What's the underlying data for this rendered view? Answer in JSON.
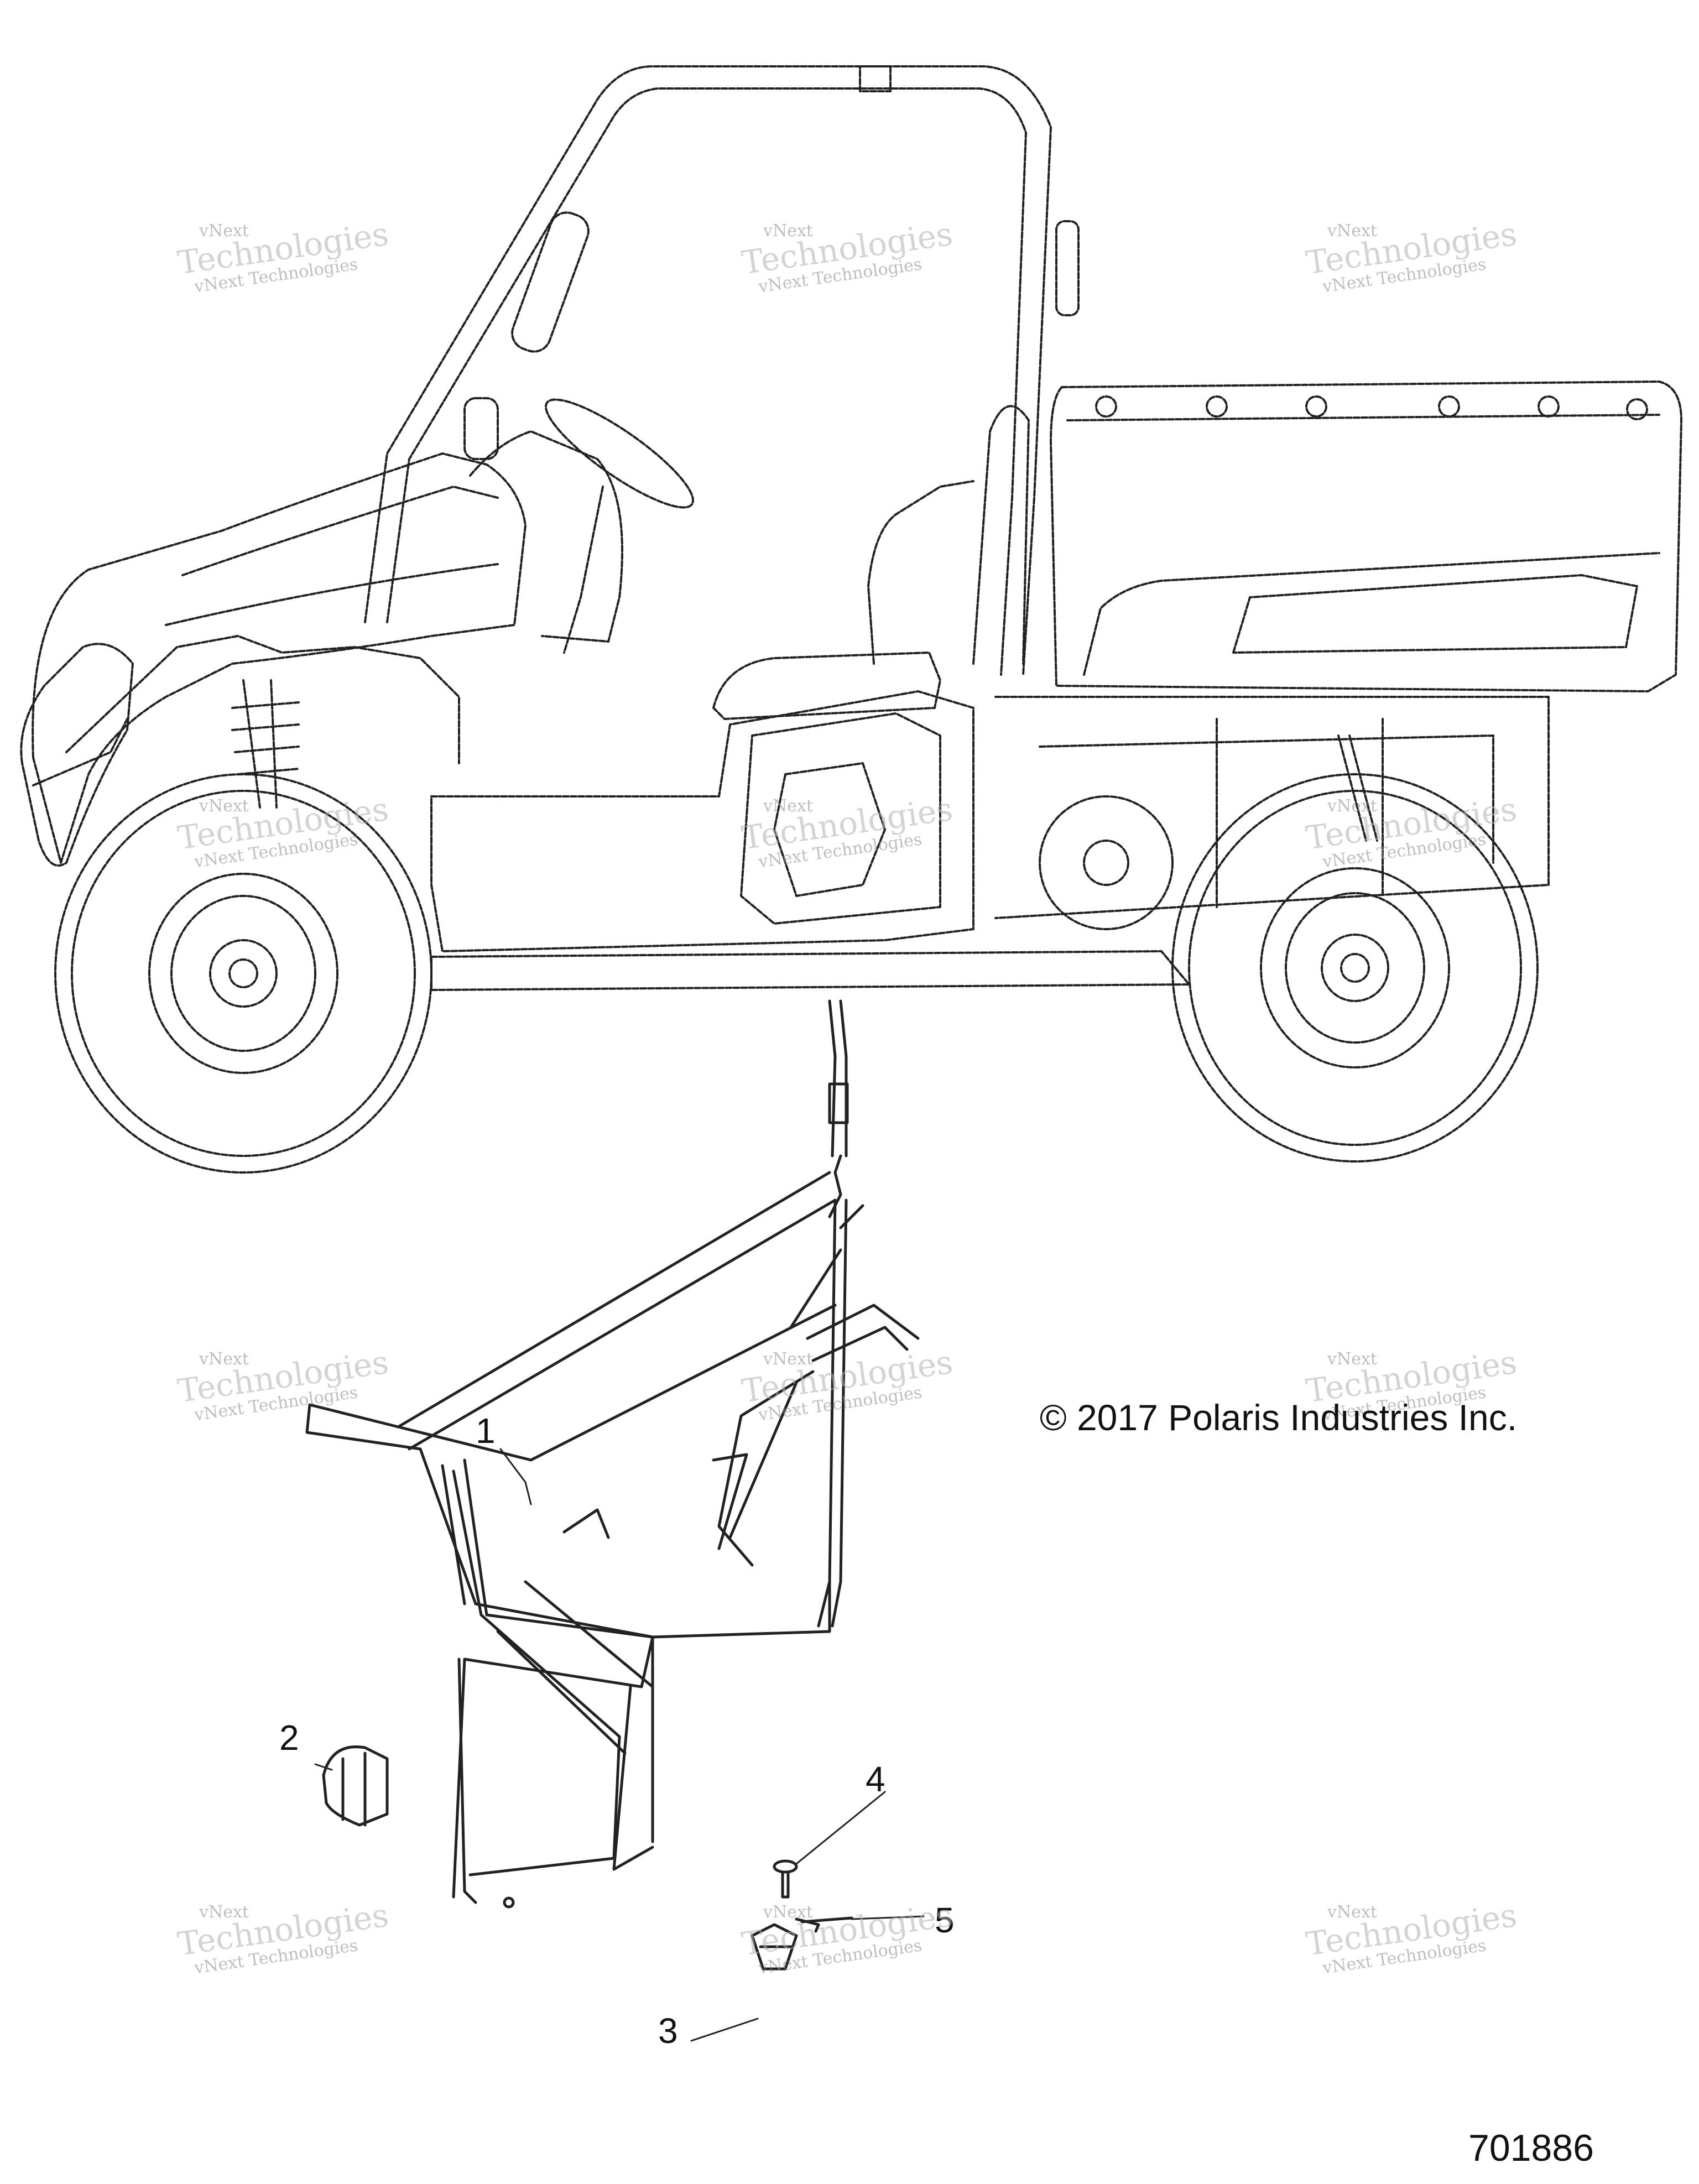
{
  "copyright": "© 2017 Polaris Industries Inc.",
  "document_number": "701886",
  "watermark": {
    "small": "vNext Technologies",
    "large": "Technologies",
    "brand": "vNext"
  },
  "callouts": [
    "1",
    "2",
    "3",
    "4",
    "5"
  ],
  "colors": {
    "line": "#222222",
    "watermark": "#8a8a8a",
    "background": "#ffffff"
  }
}
